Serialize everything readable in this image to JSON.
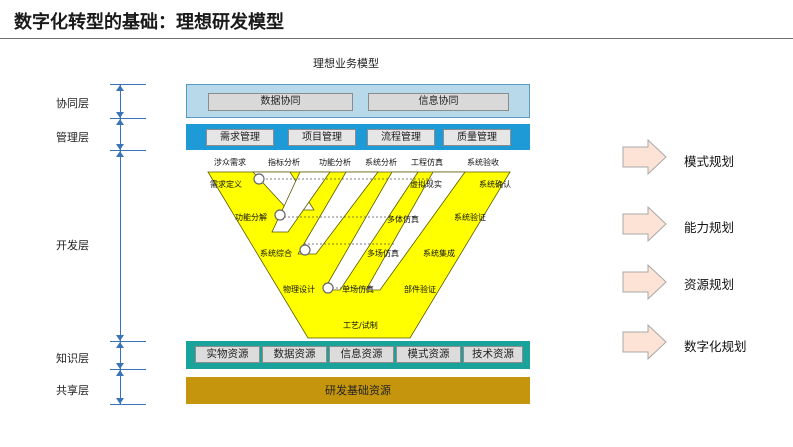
{
  "title": "数字化转型的基础：理想研发模型",
  "diagram_title": "理想业务模型",
  "layers": {
    "collab": "协同层",
    "mgmt": "管理层",
    "dev": "开发层",
    "know": "知识层",
    "share": "共享层"
  },
  "collab_items": [
    "数据协同",
    "信息协同"
  ],
  "mgmt_items": [
    "需求管理",
    "项目管理",
    "流程管理",
    "质量管理"
  ],
  "dev_labels": {
    "top": [
      "涉众需求",
      "指标分析",
      "功能分析",
      "系统分析",
      "工程仿真",
      "系统验收"
    ],
    "s1": "需求定义",
    "s2": "功能分解",
    "s3": "系统综合",
    "s4": "物理设计",
    "r1": "虚拟现实",
    "r2": "多体仿真",
    "r3": "多场仿真",
    "r4": "单场仿真",
    "v1": "系统确认",
    "v2": "系统验证",
    "v3": "系统集成",
    "v4": "部件验证",
    "bottom": "工艺/试制"
  },
  "know_items": [
    "实物资源",
    "数据资源",
    "信息资源",
    "模式资源",
    "技术资源"
  ],
  "share_label": "研发基础资源",
  "plans": [
    "模式规划",
    "能力规划",
    "资源规划",
    "数字化规划"
  ],
  "colors": {
    "yellow": "#ffff00",
    "mgmt": "#1e9ad6",
    "know": "#1aa39a",
    "share": "#c5950d",
    "axis": "#3a74b8"
  }
}
